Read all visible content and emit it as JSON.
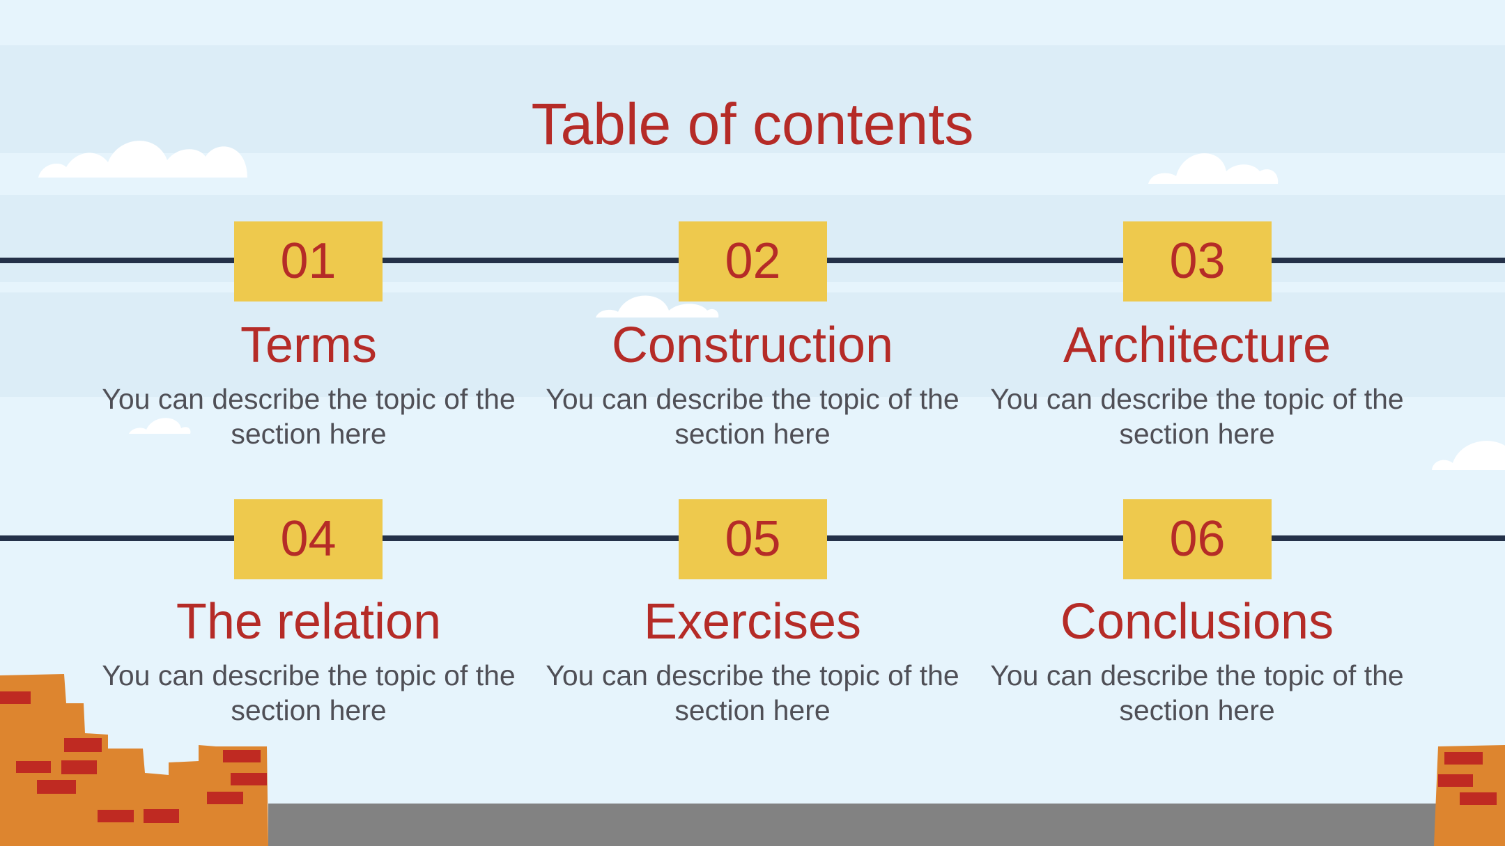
{
  "title": "Table of contents",
  "sections": [
    {
      "number": "01",
      "title": "Terms",
      "description": "You can describe the topic of the section here"
    },
    {
      "number": "02",
      "title": "Construction",
      "description": "You can describe the topic of the section here"
    },
    {
      "number": "03",
      "title": "Architecture",
      "description": "You can describe the topic of the section here"
    },
    {
      "number": "04",
      "title": "The relation",
      "description": "You can describe the topic of the section here"
    },
    {
      "number": "05",
      "title": "Exercises",
      "description": "You can describe the topic of the section here"
    },
    {
      "number": "06",
      "title": "Conclusions",
      "description": "You can describe the topic of the section here"
    }
  ],
  "colors": {
    "background": "#e6f4fc",
    "accent_red": "#b52b27",
    "box_yellow": "#eec94d",
    "line_navy": "#243149",
    "brick_orange": "#dd852f",
    "road_gray": "#828282"
  }
}
